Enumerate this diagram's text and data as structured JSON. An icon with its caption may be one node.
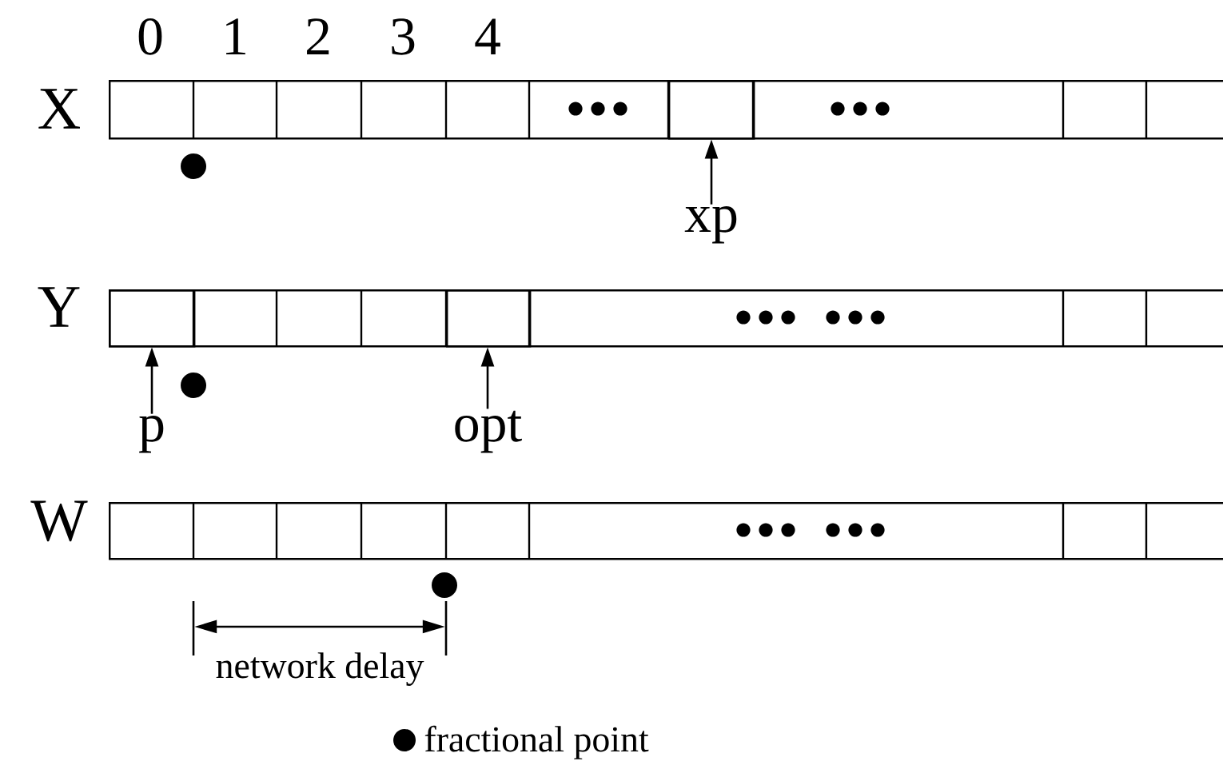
{
  "diagram": {
    "nodes": [
      {
        "text": [],
        "shape": "box",
        "beside": [
          "X"
        ]
      },
      {
        "text": [],
        "shape": "box",
        "in": 0
      },
      {
        "text": [],
        "shape": "box",
        "beside": [
          "Y"
        ]
      },
      {
        "text": [],
        "shape": "box",
        "in": 2
      },
      {
        "text": [],
        "shape": "box",
        "in": 2
      },
      {
        "text": [],
        "shape": "box",
        "beside": [
          "W"
        ]
      },
      {
        "text": [
          "xp"
        ]
      },
      {
        "text": [
          "p"
        ]
      },
      {
        "text": [
          "opt"
        ]
      }
    ],
    "edges": [
      {
        "from": 6,
        "to": 1,
        "arrow": "to"
      },
      {
        "from": 7,
        "to": 3,
        "arrow": "to"
      },
      {
        "from": 8,
        "to": 4,
        "arrow": "to"
      }
    ],
    "labels": [
      "0",
      "1",
      "2",
      "3",
      "4",
      "network delay"
    ],
    "legend": [
      {
        "text": "fractional point"
      }
    ]
  }
}
